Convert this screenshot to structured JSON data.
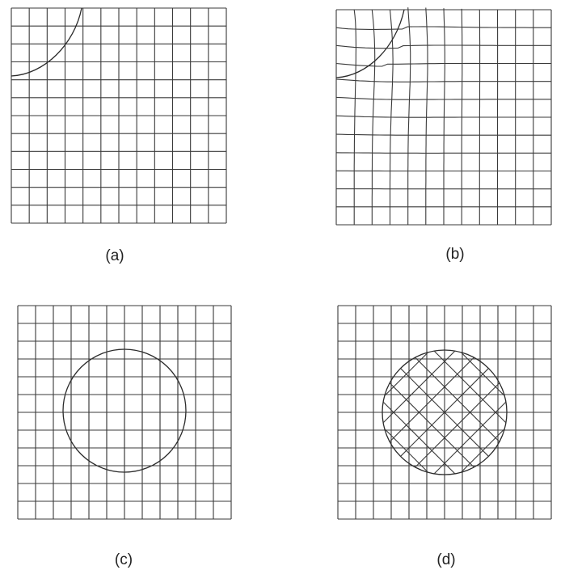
{
  "panels": [
    {
      "id": "a",
      "label": "(a)"
    },
    {
      "id": "b",
      "label": "(b)"
    },
    {
      "id": "c",
      "label": "(c)"
    },
    {
      "id": "d",
      "label": "(d)"
    }
  ]
}
